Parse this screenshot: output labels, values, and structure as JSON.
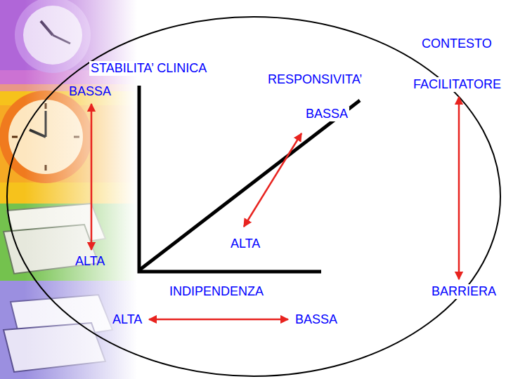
{
  "diagram": {
    "labels": [
      "CONTESTO",
      "STABILITA’ CLINICA",
      "RESPONSIVITA’",
      "FACILITATORE",
      "BASSA",
      "BASSA",
      "ALTA",
      "ALTA",
      "INDIPENDENZA",
      "BARRIERA",
      "ALTA",
      "BASSA"
    ]
  }
}
